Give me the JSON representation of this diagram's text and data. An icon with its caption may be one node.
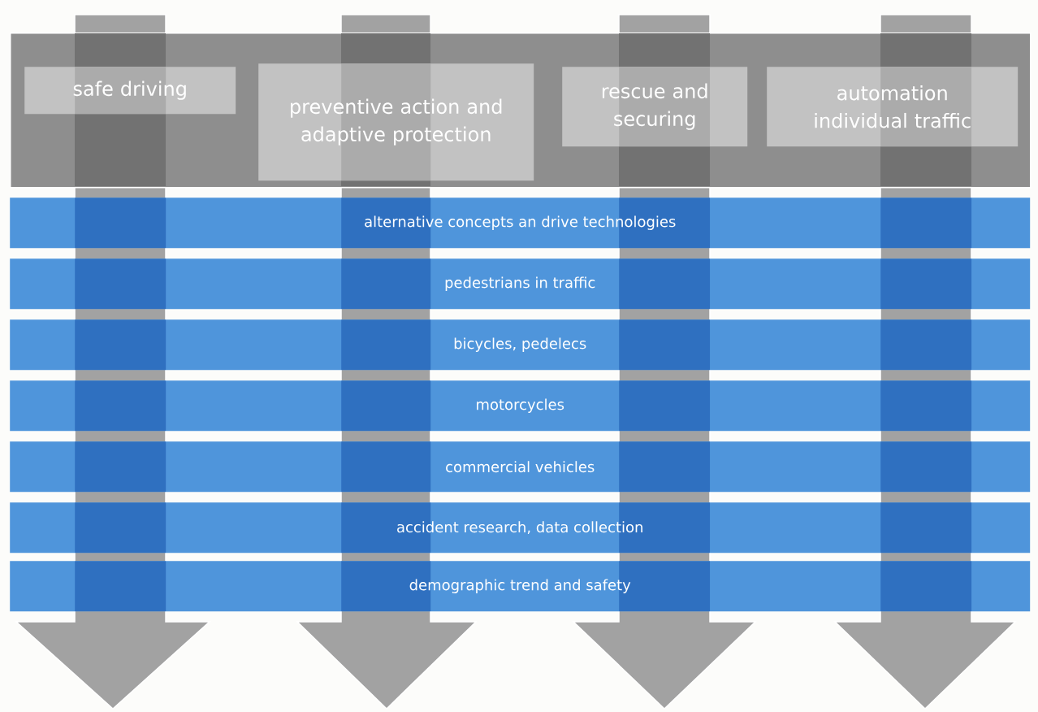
{
  "diagram": {
    "nodes": [
      {
        "text": [],
        "shape": "box"
      },
      {
        "text": [
          "safe driving"
        ],
        "in": 0
      },
      {
        "text": [
          "preventive action and adaptive protection"
        ],
        "in": 0
      },
      {
        "text": [
          "rescue and securing"
        ],
        "in": 0
      },
      {
        "text": [
          "automation individual traffic"
        ],
        "in": 0
      },
      {
        "text": [
          "alternative concepts an drive technologies"
        ]
      },
      {
        "text": [
          "pedestrians in traffic"
        ]
      },
      {
        "text": [
          "bicycles, pedelecs"
        ]
      },
      {
        "text": [
          "motorcycles"
        ]
      },
      {
        "text": [
          "commercial vehicles"
        ]
      },
      {
        "text": [
          "accident research, data collection"
        ]
      },
      {
        "text": [
          "demographic trend and safety"
        ]
      }
    ]
  }
}
